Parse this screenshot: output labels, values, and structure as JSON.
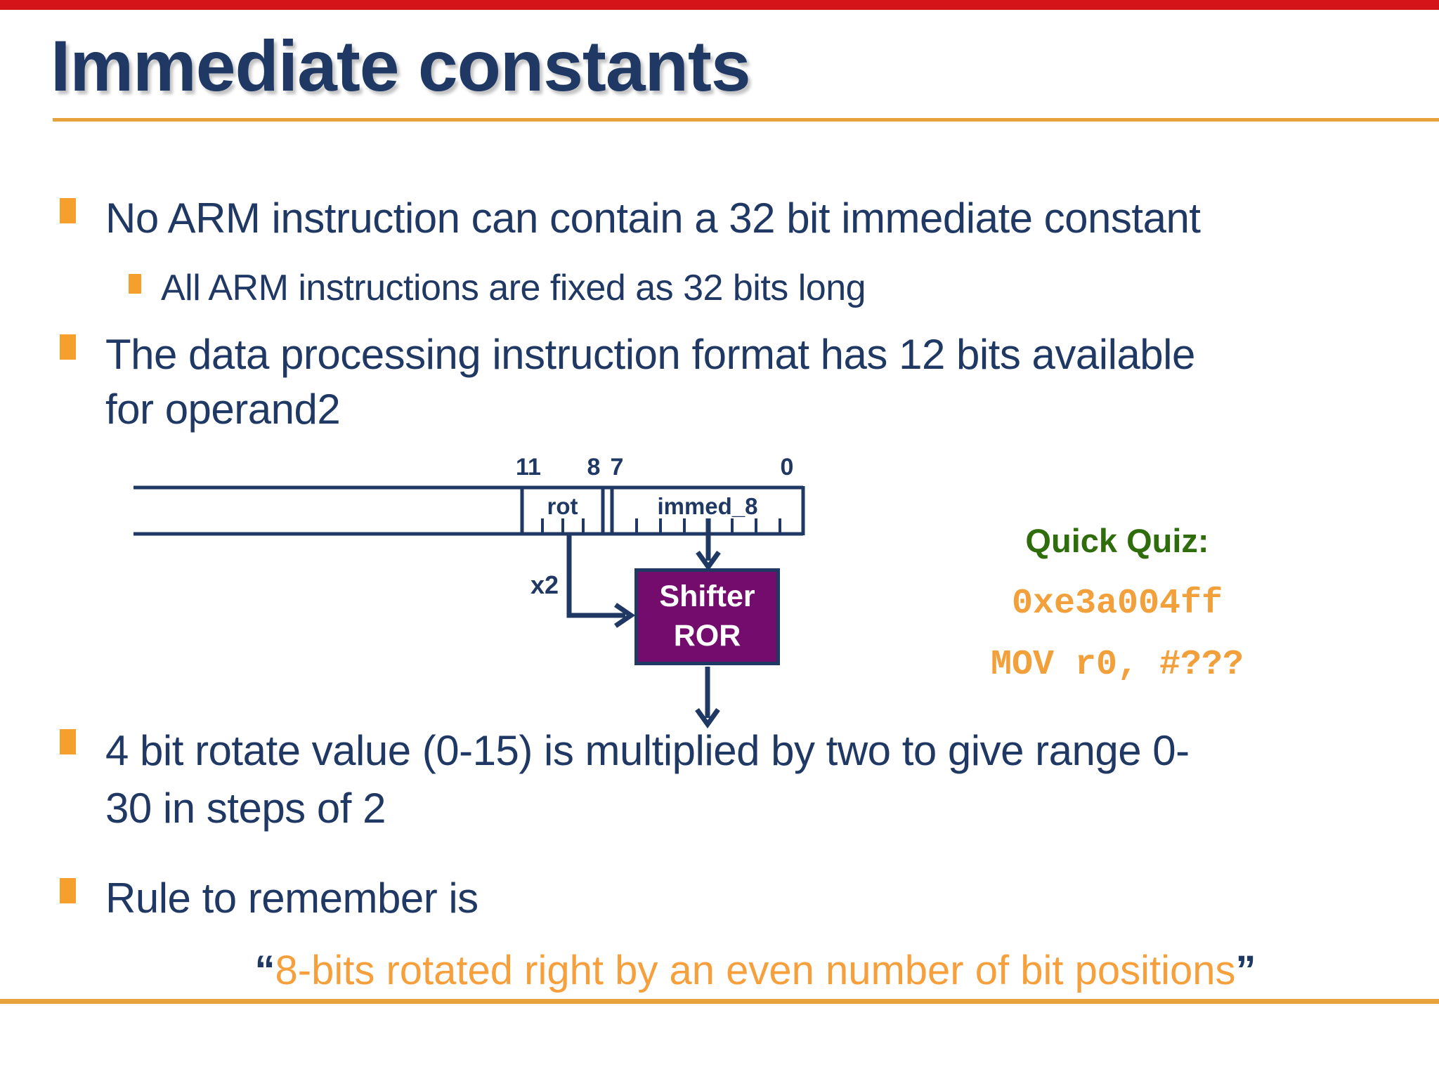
{
  "title": "Immediate constants",
  "bullets": {
    "b1": "No ARM instruction can contain a 32 bit immediate constant",
    "b1_sub": "All ARM instructions are fixed as 32 bits long",
    "b2_l1": "The data processing instruction format has 12 bits available",
    "b2_l2": "for operand2",
    "b3_l1": "4 bit rotate value (0-15) is multiplied by two to give range 0-",
    "b3_l2": "30 in steps of 2",
    "b4": "Rule to remember is"
  },
  "diagram": {
    "bit11": "11",
    "bit8": "8",
    "bit7": "7",
    "bit0": "0",
    "rot": "rot",
    "immed8": "immed_8",
    "x2": "x2",
    "shifter_l1": "Shifter",
    "shifter_l2": "ROR"
  },
  "quiz": {
    "heading": "Quick Quiz:",
    "code1": "0xe3a004ff",
    "code2": "MOV r0, #???"
  },
  "quote": {
    "open": "“",
    "text": "8-bits rotated right by an even number of bit positions",
    "close": "”"
  },
  "colors": {
    "navy_text": "#1F3864",
    "accent_orange": "#F2A03C",
    "rule_orange": "#E8A23B",
    "bullet_orange": "#F5A02C",
    "quiz_green": "#2F6D0C",
    "shifter_purple": "#740C6E",
    "top_bar_red": "#D41418"
  }
}
